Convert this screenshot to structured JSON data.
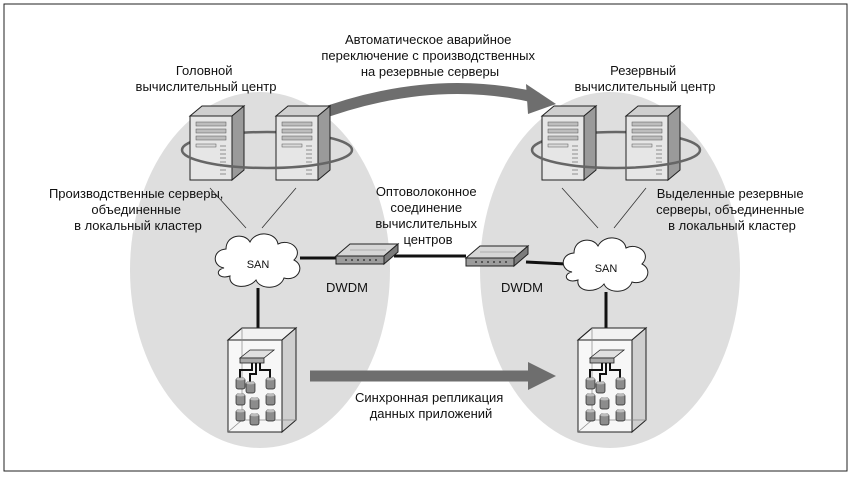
{
  "labels": {
    "main_center": [
      "Головной",
      "вычислительный центр"
    ],
    "backup_center": [
      "Резервный",
      "вычислительный центр"
    ],
    "failover": [
      "Автоматическое аварийное",
      "переключение с производственных",
      "на резервные серверы"
    ],
    "prod_servers": [
      "Производственные серверы,",
      "объединенные",
      "в локальный кластер"
    ],
    "backup_servers": [
      "Выделенные резервные",
      "серверы, объединенные",
      "в локальный кластер"
    ],
    "fiber": [
      "Оптоволоконное",
      "соединение",
      "вычислительных",
      "центров"
    ],
    "san_left": "SAN",
    "san_right": "SAN",
    "dwdm_left": "DWDM",
    "dwdm_right": "DWDM",
    "replication": [
      "Синхронная репликация",
      "данных приложений"
    ]
  },
  "colors": {
    "zone": "#dedede",
    "arrow": "#6e6e6e",
    "link": "#111111",
    "server_front": "#e6e6e6",
    "server_side": "#9a9a9a",
    "server_top": "#cfcfcf",
    "disk": "#8c8c8c"
  },
  "icons": {
    "server": "server-icon",
    "switch": "dwdm-switch-icon",
    "cloud": "san-cloud-icon",
    "storage": "storage-array-icon"
  }
}
